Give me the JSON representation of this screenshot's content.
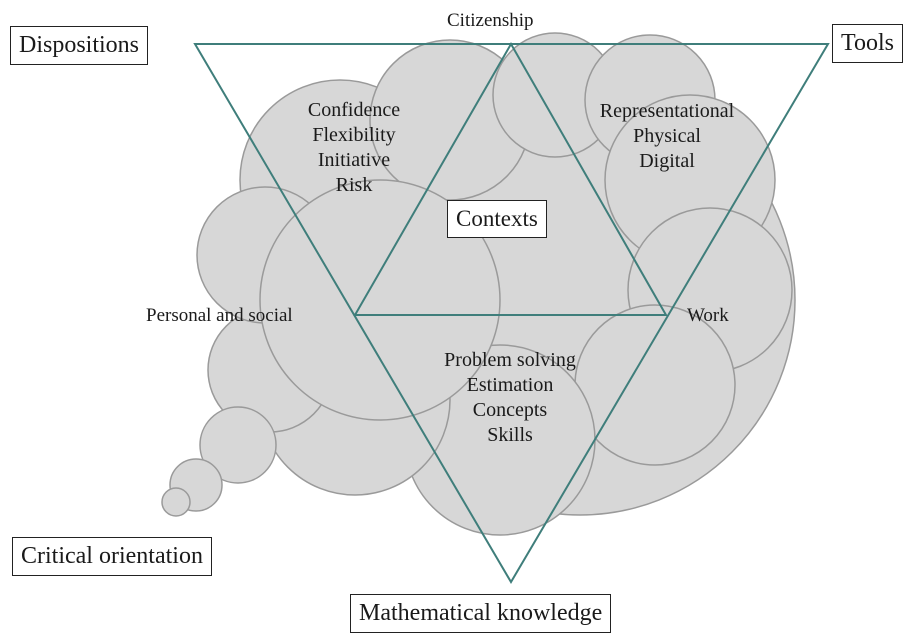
{
  "boxes": {
    "dispositions": "Dispositions",
    "tools": "Tools",
    "critical_orientation": "Critical orientation",
    "mathematical_knowledge": "Mathematical knowledge",
    "contexts": "Contexts"
  },
  "context_labels": {
    "citizenship": "Citizenship",
    "personal_social": "Personal and social",
    "work": "Work"
  },
  "dispositions_items": [
    "Confidence",
    "Flexibility",
    "Initiative",
    "Risk"
  ],
  "tools_items": [
    "Representational",
    "Physical",
    "Digital"
  ],
  "knowledge_items": [
    "Problem solving",
    "Estimation",
    "Concepts",
    "Skills"
  ],
  "colors": {
    "triangle_stroke": "#3f7e7b",
    "cloud_fill": "#d7d7d7",
    "cloud_stroke": "#9a9a9a"
  }
}
